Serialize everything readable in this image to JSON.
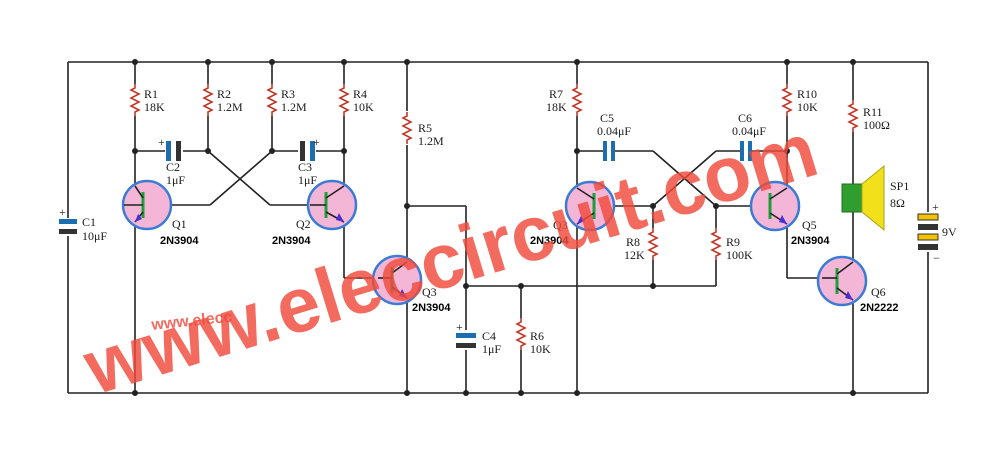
{
  "colors": {
    "wire": "#222222",
    "resistor": "#c0392b",
    "transistor_body": "#f4b6d6",
    "transistor_ring": "#3b7bd6",
    "base_bar": "#1e9e3c",
    "emitter_arrow": "#4b2fd0",
    "capacitor": "#1b6fb0",
    "speaker_body": "#2f9e2f",
    "speaker_cone": "#f2e11a",
    "watermark": "#f04a3a"
  },
  "components": {
    "R1": {
      "ref": "R1",
      "value": "18K"
    },
    "R2": {
      "ref": "R2",
      "value": "1.2M"
    },
    "R3": {
      "ref": "R3",
      "value": "1.2M"
    },
    "R4": {
      "ref": "R4",
      "value": "10K"
    },
    "R5": {
      "ref": "R5",
      "value": "1.2M"
    },
    "R6": {
      "ref": "R6",
      "value": "10K"
    },
    "R7": {
      "ref": "R7",
      "value": "18K"
    },
    "R8": {
      "ref": "R8",
      "value": "12K"
    },
    "R9": {
      "ref": "R9",
      "value": "100K"
    },
    "R10": {
      "ref": "R10",
      "value": "10K"
    },
    "R11": {
      "ref": "R11",
      "value": "100Ω"
    },
    "C1": {
      "ref": "C1",
      "value": "10μF"
    },
    "C2": {
      "ref": "C2",
      "value": "1μF"
    },
    "C3": {
      "ref": "C3",
      "value": "1μF"
    },
    "C4": {
      "ref": "C4",
      "value": "1μF"
    },
    "C5": {
      "ref": "C5",
      "value": "0.04μF"
    },
    "C6": {
      "ref": "C6",
      "value": "0.04μF"
    },
    "Q1": {
      "ref": "Q1",
      "part": "2N3904"
    },
    "Q2": {
      "ref": "Q2",
      "part": "2N3904"
    },
    "Q3a": {
      "ref": "Q3",
      "part": "2N3904"
    },
    "Q3b": {
      "ref": "Q3",
      "part": "2N3904"
    },
    "Q5": {
      "ref": "Q5",
      "part": "2N3904"
    },
    "Q6": {
      "ref": "Q6",
      "part": "2N2222"
    },
    "SP1": {
      "ref": "SP1",
      "value": "8Ω"
    },
    "BAT": {
      "value": "9V"
    }
  },
  "watermark": {
    "main": "www.eleccircuit.com",
    "faint": "www.elecc"
  }
}
